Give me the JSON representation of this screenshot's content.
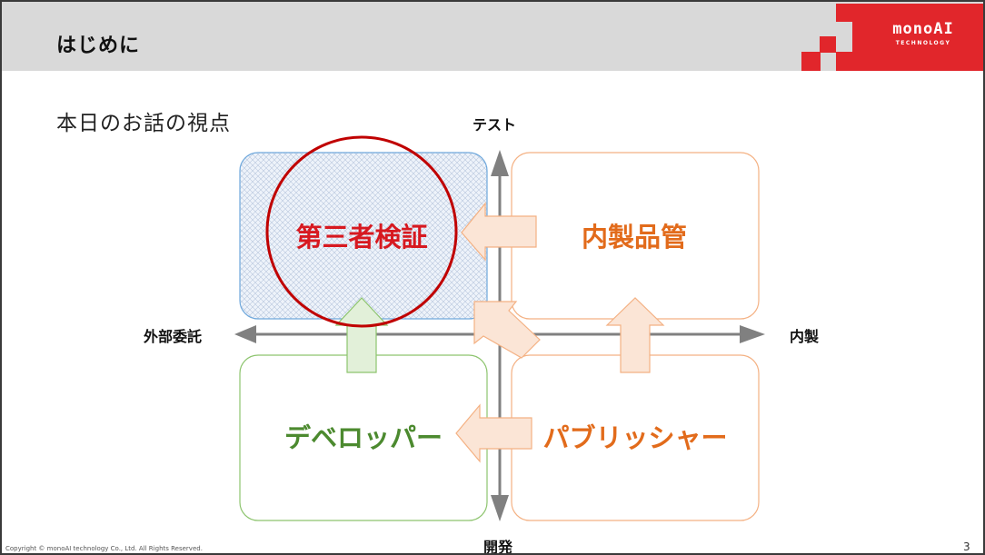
{
  "header": {
    "title": "はじめに",
    "logo": {
      "name": "monoAI",
      "tagline": "TECHNOLOGY",
      "brand_color": "#e1262b"
    }
  },
  "subtitle": "本日のお話の視点",
  "diagram": {
    "axes": {
      "top": "テスト",
      "bottom": "開発",
      "left": "外部委託",
      "right": "内製"
    },
    "quadrants": {
      "top_left": {
        "label": "第三者検証",
        "color": "#d71920",
        "highlighted": true
      },
      "top_right": {
        "label": "内製品管",
        "color": "#e26b1b"
      },
      "bottom_left": {
        "label": "デベロッパー",
        "color": "#4c8a2f"
      },
      "bottom_right": {
        "label": "パブリッシャー",
        "color": "#e26b1b"
      }
    },
    "colors": {
      "top_left_border": "#6fa8dc",
      "green_border": "#8dc46e",
      "orange_border": "#f4b183",
      "arrow_orange_fill": "#fbe5d6",
      "arrow_green_fill": "#e2f0d9",
      "axis": "#808080",
      "highlight_circle": "#c00000"
    }
  },
  "footer": {
    "copyright": "Copyright © monoAI technology Co., Ltd. All Rights Reserved.",
    "page_number": "3"
  }
}
